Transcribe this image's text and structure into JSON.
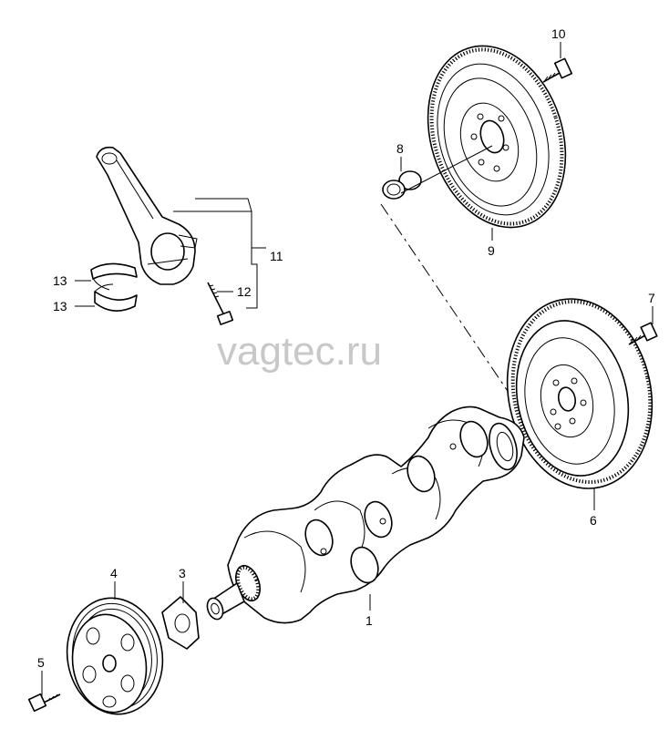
{
  "watermark": "vagtec.ru",
  "callouts": {
    "c1": "1",
    "c3": "3",
    "c4": "4",
    "c5": "5",
    "c6": "6",
    "c7": "7",
    "c8": "8",
    "c9": "9",
    "c10": "10",
    "c11": "11",
    "c12": "12",
    "c13a": "13",
    "c13b": "13"
  },
  "parts": [
    {
      "callout": "1",
      "icon": "crankshaft-icon"
    },
    {
      "callout": "3",
      "icon": "washer-icon"
    },
    {
      "callout": "4",
      "icon": "belt-pulley-icon"
    },
    {
      "callout": "5",
      "icon": "bolt-icon"
    },
    {
      "callout": "6",
      "icon": "flywheel-icon"
    },
    {
      "callout": "7",
      "icon": "bolt-icon"
    },
    {
      "callout": "8",
      "icon": "needle-bearing-icon"
    },
    {
      "callout": "9",
      "icon": "dual-mass-flywheel-icon"
    },
    {
      "callout": "10",
      "icon": "bolt-icon"
    },
    {
      "callout": "11",
      "icon": "connecting-rod-icon"
    },
    {
      "callout": "12",
      "icon": "bolt-icon"
    },
    {
      "callout": "13",
      "icon": "bearing-shell-icon"
    }
  ]
}
